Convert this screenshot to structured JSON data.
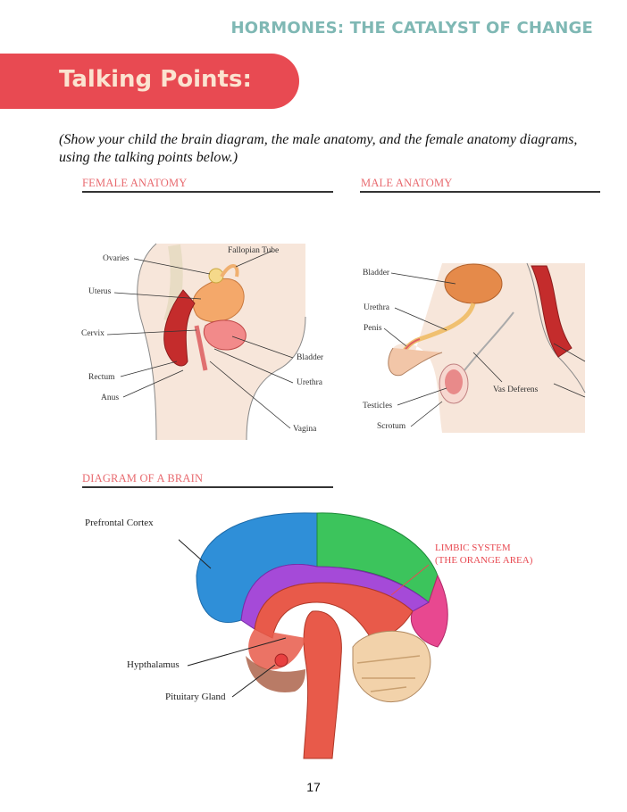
{
  "header": {
    "title": "HORMONES: THE CATALYST OF CHANGE"
  },
  "banner": {
    "title": "Talking Points:"
  },
  "intro": {
    "text": "(Show your child the brain diagram, the male anatomy, and the female anatomy diagrams, using the talking points below.)"
  },
  "sections": {
    "female": {
      "title": "FEMALE ANATOMY",
      "labels": {
        "ovaries": "Ovaries",
        "fallopian": "Fallopian Tube",
        "uterus": "Uterus",
        "cervix": "Cervix",
        "bladder": "Bladder",
        "urethra": "Urethra",
        "rectum": "Rectum",
        "anus": "Anus",
        "vagina": "Vagina"
      }
    },
    "male": {
      "title": "MALE ANATOMY",
      "labels": {
        "bladder": "Bladder",
        "urethra": "Urethra",
        "penis": "Penis",
        "testicles": "Testicles",
        "scrotum": "Scrotum",
        "vas_deferens": "Vas Deferens"
      }
    },
    "brain": {
      "title": "DIAGRAM OF A BRAIN",
      "labels": {
        "prefrontal": "Prefrontal Cortex",
        "limbic_line1": "LIMBIC SYSTEM",
        "limbic_line2": "(THE ORANGE AREA)",
        "hypothalamus": "Hypthalamus",
        "pituitary": "Pituitary Gland"
      }
    }
  },
  "footer": {
    "page_number": "17"
  },
  "colors": {
    "accent": "#e84a52",
    "header_teal": "#7fb8b4",
    "section_label": "#e86a6f"
  }
}
